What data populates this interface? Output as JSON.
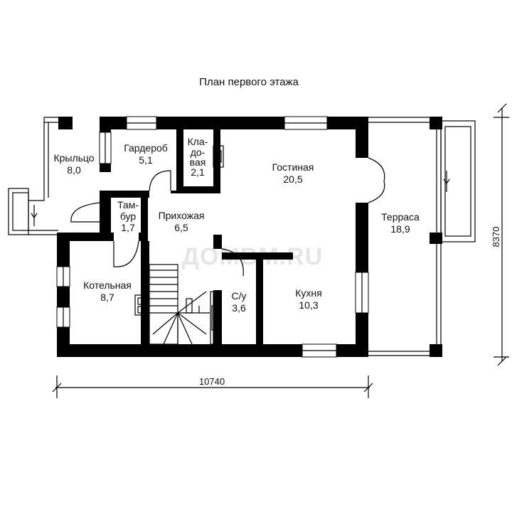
{
  "title": "План первого этажа",
  "watermark": "ДОМВМ.RU",
  "rooms": {
    "krylco": {
      "name": "Крыльцо",
      "area": "8,0"
    },
    "garderob": {
      "name": "Гардероб",
      "area": "5,1"
    },
    "kladovaya": {
      "l1": "Кла-",
      "l2": "до-",
      "l3": "вая",
      "area": "2,1"
    },
    "gostinaya": {
      "name": "Гостиная",
      "area": "20,5"
    },
    "tambur": {
      "l1": "Там-",
      "l2": "бур",
      "area": "1,7"
    },
    "prihozhaya": {
      "name": "Прихожая",
      "area": "6,5"
    },
    "terrasa": {
      "name": "Терраса",
      "area": "18,9"
    },
    "kotelnaya": {
      "name": "Котельная",
      "area": "8,7"
    },
    "su": {
      "name": "С/у",
      "area": "3,6"
    },
    "kuhnya": {
      "name": "Кухня",
      "area": "10,3"
    }
  },
  "dimensions": {
    "width": "10740",
    "depth": "8370"
  }
}
